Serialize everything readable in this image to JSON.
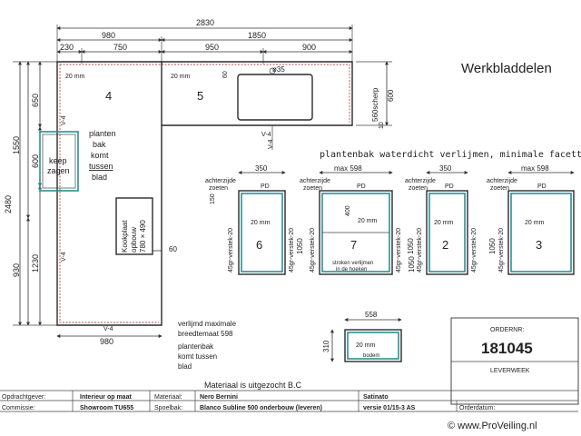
{
  "drawing": {
    "title": "Werkbladdelen",
    "dims_top": {
      "total": "2830",
      "left": "980",
      "right": "1850",
      "segments": [
        "230",
        "750",
        "950",
        "900"
      ]
    },
    "dims_left": {
      "outer": "2480",
      "inner1": "1550",
      "inner2": "930",
      "top_650": "650",
      "mid_600": "600",
      "mid_1230": "1230"
    },
    "pieces": {
      "p4": {
        "number": "4",
        "edge": "20 mm",
        "side": "V-4"
      },
      "p5": {
        "number": "5",
        "edge": "20 mm",
        "r": "60",
        "hole": "ø35",
        "side": "V-4",
        "side2": "V-4"
      },
      "scherp": "560scherp",
      "right_600": "600",
      "right_10": "10",
      "lower_side": "V-4",
      "bottom_side": "V-4",
      "bottom_dim": "980"
    },
    "keep": {
      "line1": "keep",
      "line2": "zagen"
    },
    "plantenbak_note": [
      "planten",
      "bak",
      "komt",
      "tussen",
      "blad"
    ],
    "kookplaat": {
      "line1": "Kookplaat",
      "line2": "opbouw",
      "line3": "780 × 490",
      "dim": "60"
    },
    "verlijmd_note": {
      "line1": "verlijmd maximale",
      "line2": "breedtemaat 598"
    },
    "plantenbak_note2": [
      "plantenbak",
      "komt tussen",
      "blad"
    ],
    "right_heading": "plantenbak waterdicht verlijmen, minimale facetten",
    "cabinets": [
      {
        "number": "6",
        "top_dim": "350",
        "max": "",
        "achter1": "achterzijde",
        "achter2": "zoeten",
        "pd": "PD",
        "edge": "20 mm",
        "left_v": "45gr-verstek-20",
        "right_v": "45gr-verstek-20",
        "height": "1050",
        "w150": "150"
      },
      {
        "number": "7",
        "top_dim": "",
        "max": "max 598",
        "achter1": "achterzijde",
        "achter2": "zoeten",
        "pd": "PD",
        "edge": "20 mm",
        "left_v": "45gr-verstek-20",
        "right_v": "45gr-verstek-20",
        "height": "1050",
        "dim400": "400",
        "note1": "stroken verlijmen",
        "note2": "in de hoeken"
      },
      {
        "number": "2",
        "top_dim": "350",
        "max": "",
        "achter1": "achterzijde",
        "achter2": "zoeten",
        "pd": "PD",
        "edge": "20 mm",
        "left_v": "45gr-verstek-20",
        "right_v": "45gr-verstek-20",
        "height": "1050"
      },
      {
        "number": "3",
        "top_dim": "",
        "max": "max 598",
        "achter1": "achterzijde",
        "achter2": "zoeten",
        "pd": "PD",
        "edge": "20 mm",
        "left_v": "45gr-verstek-20",
        "right_v": "",
        "height": "1050"
      }
    ],
    "bodem": {
      "width": "558",
      "height": "310",
      "edge": "20 mm",
      "label": "bodem"
    }
  },
  "titleblock": {
    "ordernr_label": "ORDERNR:",
    "ordernr": "181045",
    "leverweek": "LEVERWEEK",
    "materiaal_note": "Materiaal is uitgezocht B.C",
    "rows": [
      {
        "label1": "Opdrachtgever:",
        "value1": "Interieur op maat",
        "label2": "Materiaal:",
        "value2": "Nero Bernini",
        "value3": "Satinato"
      },
      {
        "label1": "Commissie:",
        "value1": "Showroom TU655",
        "label2": "Spoelbak:",
        "value2": "Blanco Subline 500 onderbouw (leveren)",
        "value3": "versie  01/15-3 AS",
        "label4": "Orderdatum:"
      }
    ],
    "watermark": "© www.ProVeiling.nl"
  }
}
